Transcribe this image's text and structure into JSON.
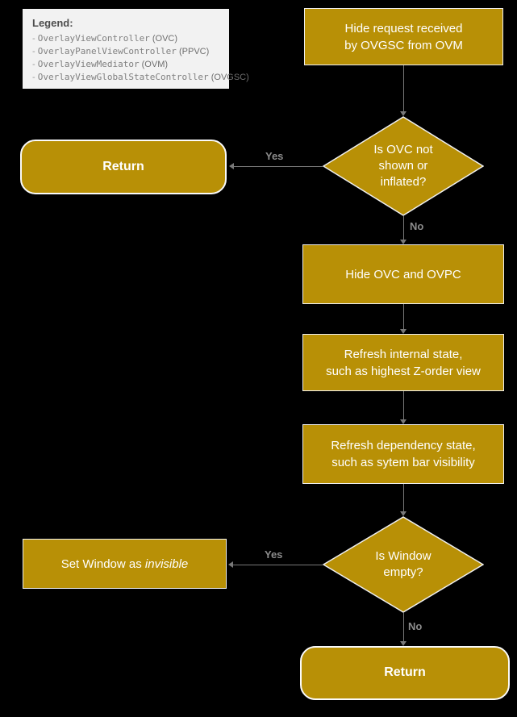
{
  "colors": {
    "background": "#000000",
    "node_fill": "#b89006",
    "node_border": "#f0f0f0",
    "node_text": "#ffffff",
    "edge_line": "#787878",
    "edge_label": "#8c8c8c",
    "legend_bg": "#f2f2f2",
    "legend_text": "#7d7d7d"
  },
  "legend": {
    "title": "Legend:",
    "items": [
      {
        "code": "OverlayViewController",
        "abbr": "(OVC)"
      },
      {
        "code": "OverlayPanelViewController",
        "abbr": "(PPVC)"
      },
      {
        "code": "OverlayViewMediator",
        "abbr": "(OVM)"
      },
      {
        "code": "OverlayViewGlobalStateController",
        "abbr": "(OVGSC)"
      }
    ]
  },
  "nodes": {
    "start": {
      "label": "Hide request received\nby OVGSC from OVM"
    },
    "decision_ovc": {
      "label": "Is OVC not\nshown or\ninflated?"
    },
    "return_top": {
      "label": "Return"
    },
    "hide_ovc": {
      "label": "Hide OVC and OVPC"
    },
    "refresh_internal": {
      "label": "Refresh internal state,\nsuch as highest Z-order view"
    },
    "refresh_dependency": {
      "label": "Refresh dependency state,\nsuch as sytem bar visibility"
    },
    "decision_window": {
      "label": "Is Window\nempty?"
    },
    "set_window": {
      "text": "Set Window as",
      "em": "invisible"
    },
    "return_bottom": {
      "label": "Return"
    }
  },
  "edge_labels": {
    "yes1": "Yes",
    "no1": "No",
    "yes2": "Yes",
    "no2": "No"
  }
}
